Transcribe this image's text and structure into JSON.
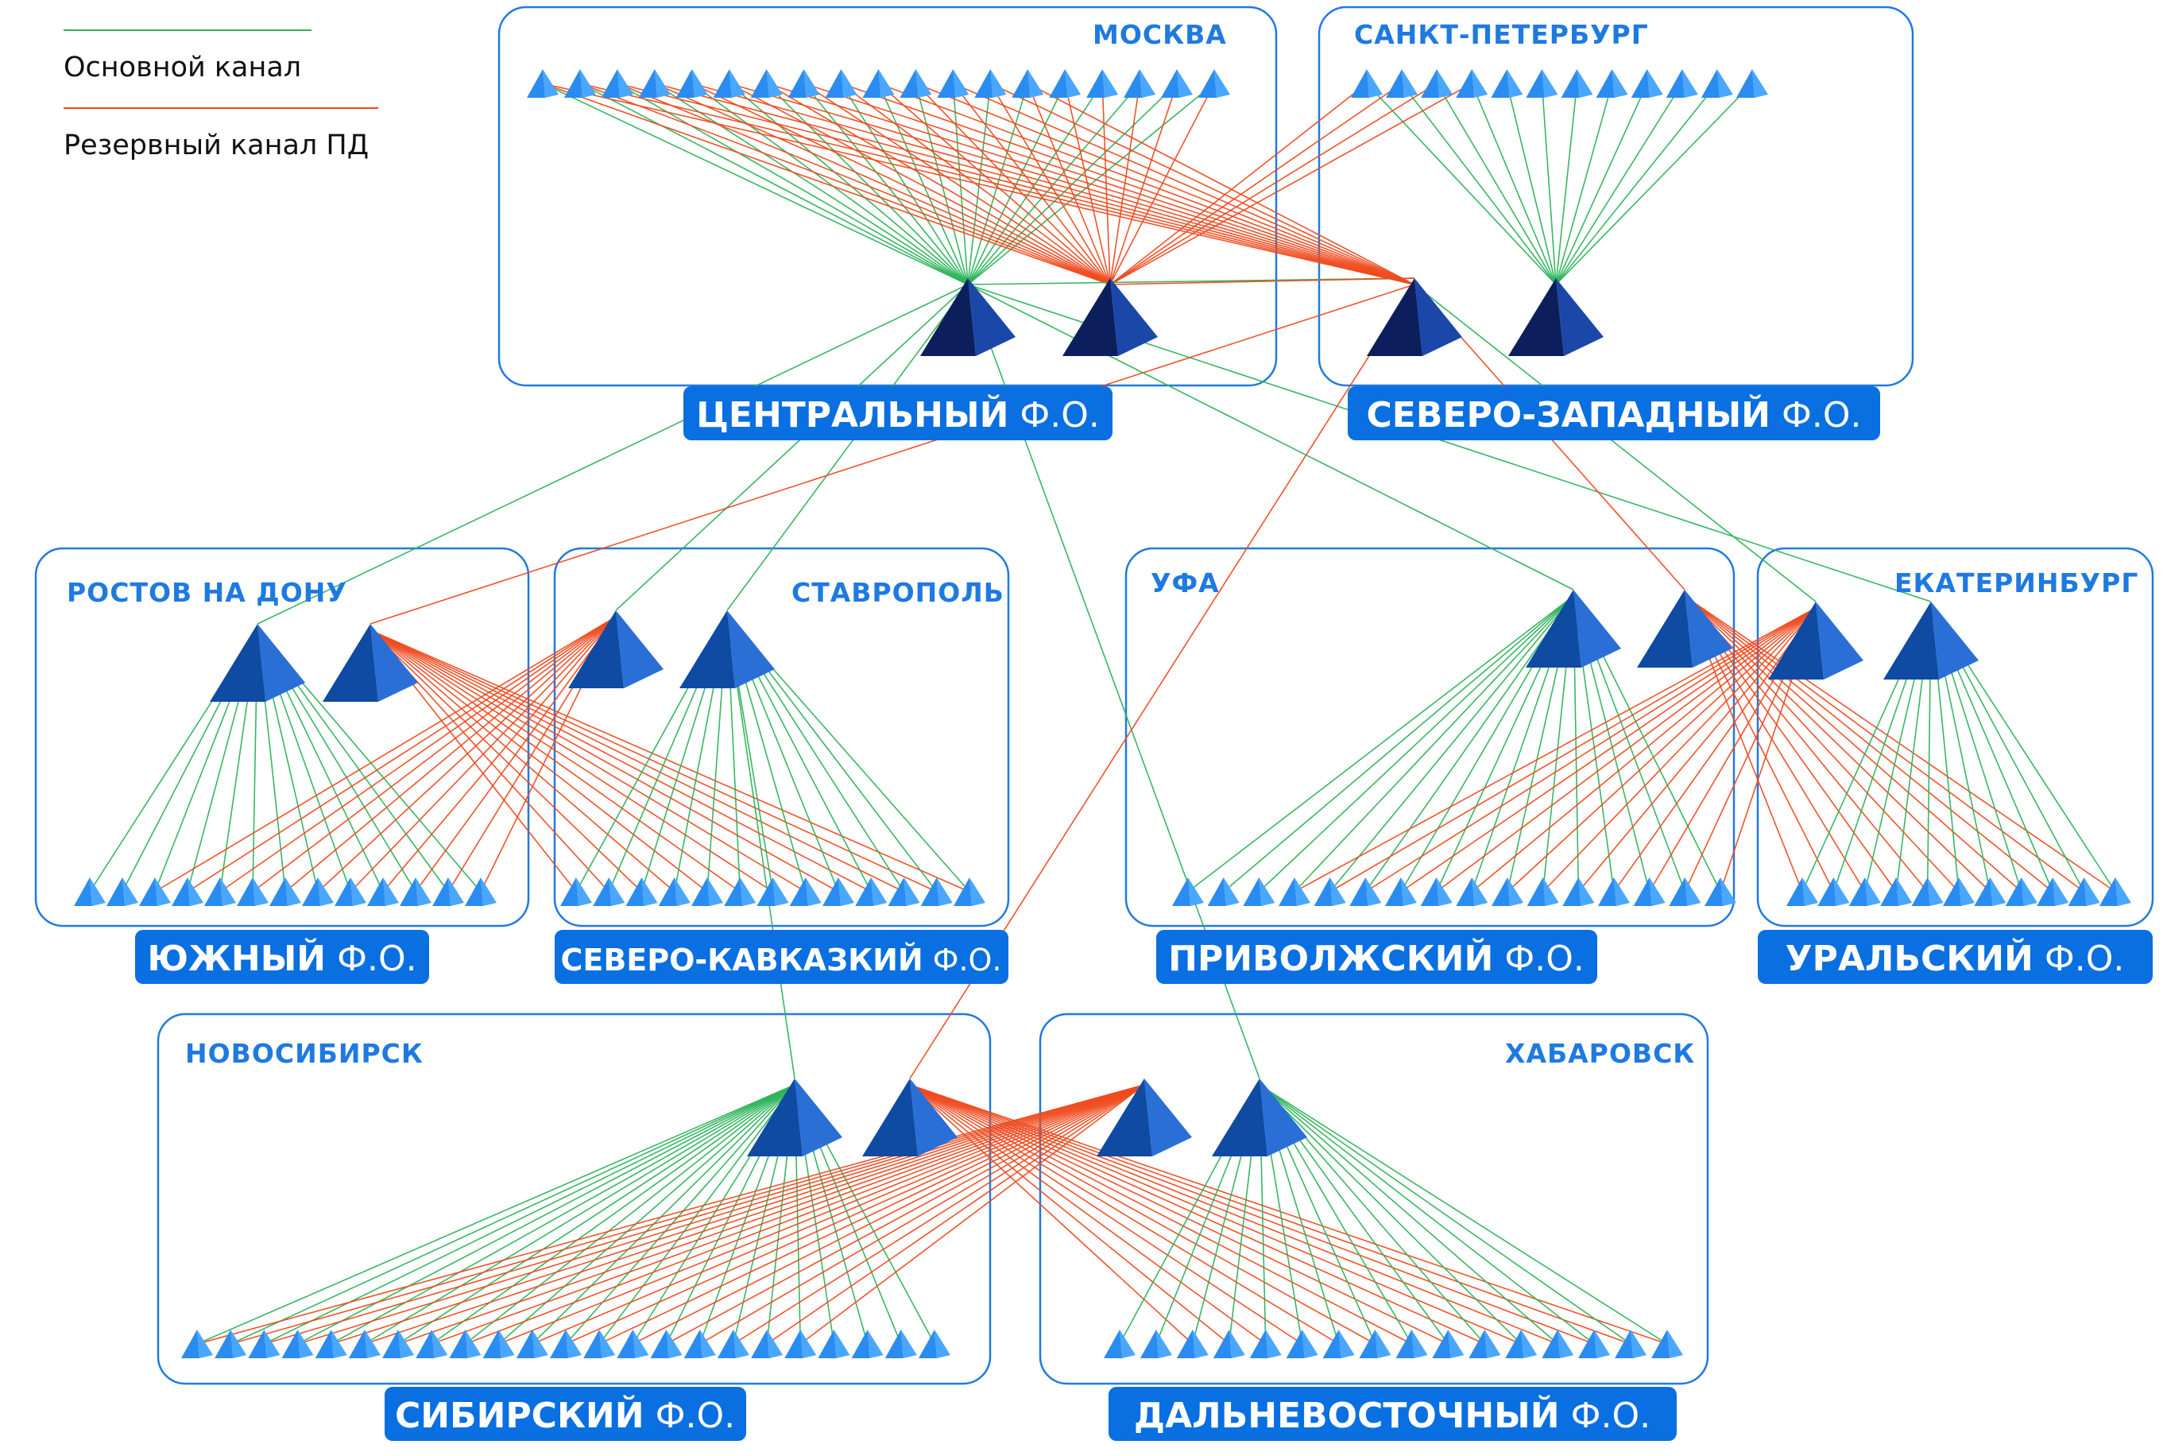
{
  "legend": {
    "primary_label": "Основной канал",
    "backup_label": "Резервный канал ПД",
    "primary_color": "#2db45a",
    "backup_color": "#f04a1e"
  },
  "colors": {
    "box_border": "#1f7ae0",
    "label_bg": "#0a6fe0",
    "city_text": "#1f7ae0",
    "hub_dark": "#0c1f5c",
    "hub_mid": "#0f4aa3",
    "node_blue": "#2a8cf0"
  },
  "districts": [
    {
      "id": "central",
      "city": "МОСКВА",
      "name": "ЦЕНТРАЛЬНЫЙ",
      "suffix": "Ф.О."
    },
    {
      "id": "northwest",
      "city": "САНКТ-ПЕТЕРБУРГ",
      "name": "СЕВЕРО-ЗАПАДНЫЙ",
      "suffix": "Ф.О."
    },
    {
      "id": "south",
      "city": "РОСТОВ НА ДОНУ",
      "name": "ЮЖНЫЙ",
      "suffix": "Ф.О."
    },
    {
      "id": "ncaucasus",
      "city": "СТАВРОПОЛЬ",
      "name": "СЕВЕРО-КАВКАЗКИЙ",
      "suffix": "Ф.О."
    },
    {
      "id": "volga",
      "city": "УФА",
      "name": "ПРИВОЛЖСКИЙ",
      "suffix": "Ф.О."
    },
    {
      "id": "ural",
      "city": "ЕКАТЕРИНБУРГ",
      "name": "УРАЛЬСКИЙ",
      "suffix": "Ф.О."
    },
    {
      "id": "siberia",
      "city": "НОВОСИБИРСК",
      "name": "СИБИРСКИЙ",
      "suffix": "Ф.О."
    },
    {
      "id": "fareast",
      "city": "ХАБАРОВСК",
      "name": "ДАЛЬНЕВОСТОЧНЫЙ",
      "suffix": "Ф.О."
    }
  ]
}
